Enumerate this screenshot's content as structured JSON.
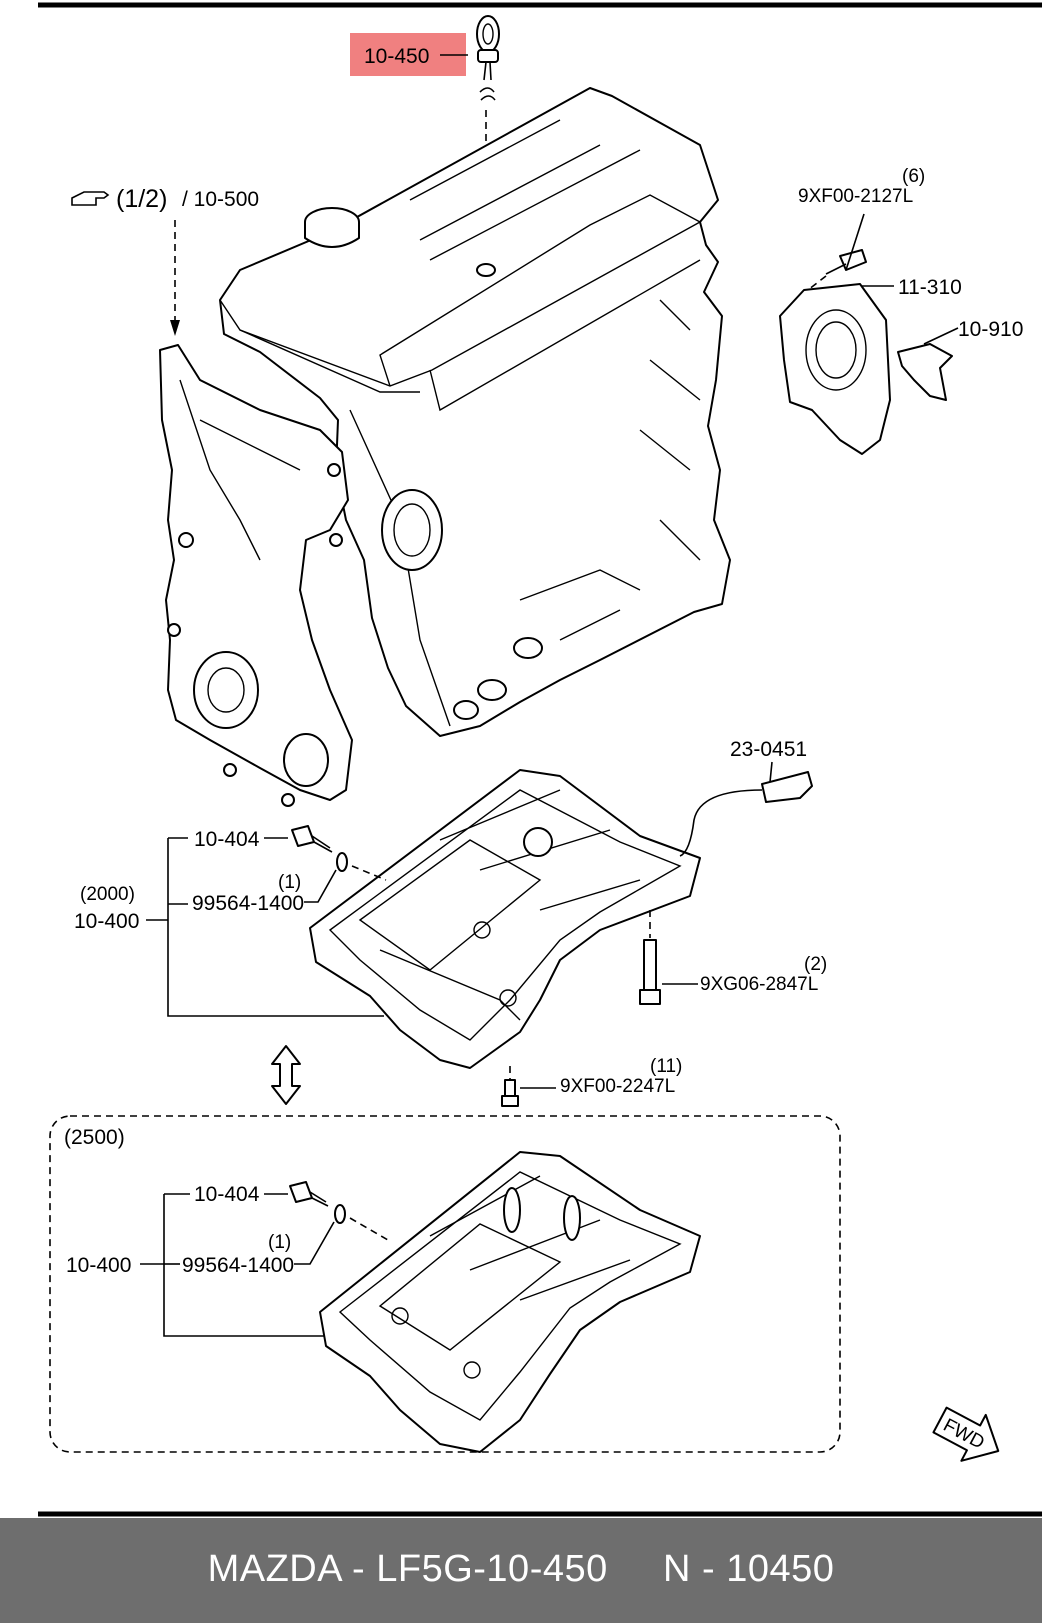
{
  "diagram": {
    "highlight_label": "10-450",
    "cover_ref_num": "(1/2)",
    "cover_ref_part": "/ 10-500",
    "labels": {
      "qty_6": "(6)",
      "bolt_2127": "9XF00-2127L",
      "seal_cover": "11-310",
      "seal": "10-910",
      "sensor": "23-0451",
      "drain_plug_a": "10-404",
      "gasket_qty_a": "(1)",
      "gasket_a": "99564-1400",
      "group_2000": "(2000)",
      "oil_pan_a": "10-400",
      "qty_2": "(2)",
      "bolt_2847": "9XG06-2847L",
      "qty_11": "(11)",
      "bolt_2247": "9XF00-2247L",
      "group_2500": "(2500)",
      "drain_plug_b": "10-404",
      "gasket_qty_b": "(1)",
      "gasket_b": "99564-1400",
      "oil_pan_b": "10-400",
      "fwd": "FWD"
    },
    "highlight_color": "#f08080"
  },
  "footer": {
    "text": "MAZDA - LF5G-10-450     N - 10450",
    "background": "#6e6e6e"
  }
}
